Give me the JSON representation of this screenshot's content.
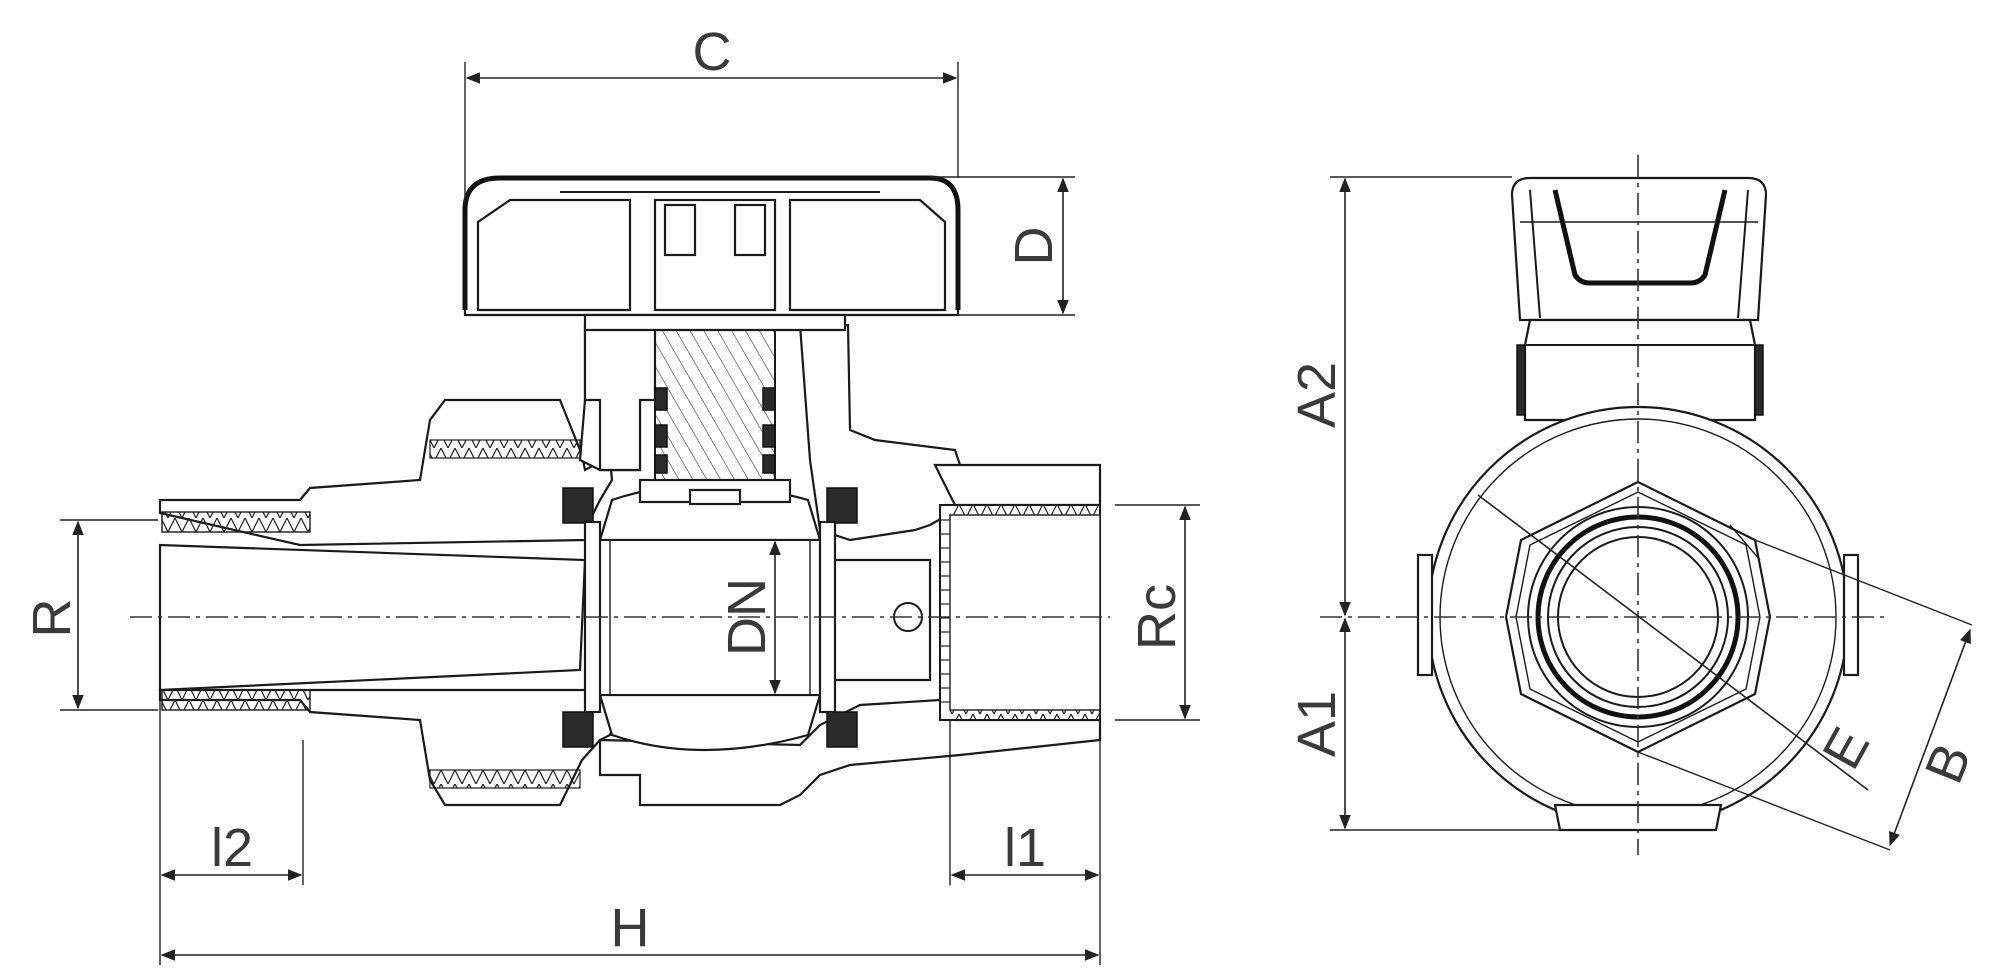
{
  "labels": {
    "C": "C",
    "D": "D",
    "R": "R",
    "DN": "DN",
    "Rc": "Rc",
    "l2": "l2",
    "l1": "l1",
    "H": "H",
    "A2": "A2",
    "A1": "A1",
    "E": "E",
    "B": "B"
  },
  "colors": {
    "line": "#1a1a1a",
    "text": "#3a3a3a",
    "background": "#ffffff"
  }
}
